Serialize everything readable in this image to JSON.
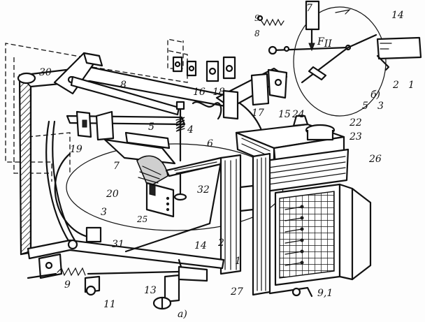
{
  "labels": {
    "l1": "1",
    "l2": "2",
    "l3": "3",
    "l4": "4",
    "l5": "5",
    "l6": "6",
    "l7": "7",
    "l8": "8",
    "l9": "9",
    "l11": "11",
    "l13": "13",
    "l14": "14",
    "l15": "15",
    "l16": "16",
    "l17": "17",
    "l18": "18",
    "l19": "19",
    "l20": "20",
    "l22": "22",
    "l23": "23",
    "l24": "24",
    "l25": "25",
    "l26": "26",
    "l27": "27",
    "l30": "30",
    "l31": "31",
    "l32": "32",
    "l9_1": "9,1",
    "panel_a": "a)",
    "inset": {
      "l7": "7",
      "l9": "9",
      "l8": "8",
      "l14": "14",
      "l2": "2",
      "l1": "1",
      "l5": "5",
      "l3": "3",
      "panel_b": "б)",
      "force": "F",
      "force_sub": "II"
    }
  }
}
